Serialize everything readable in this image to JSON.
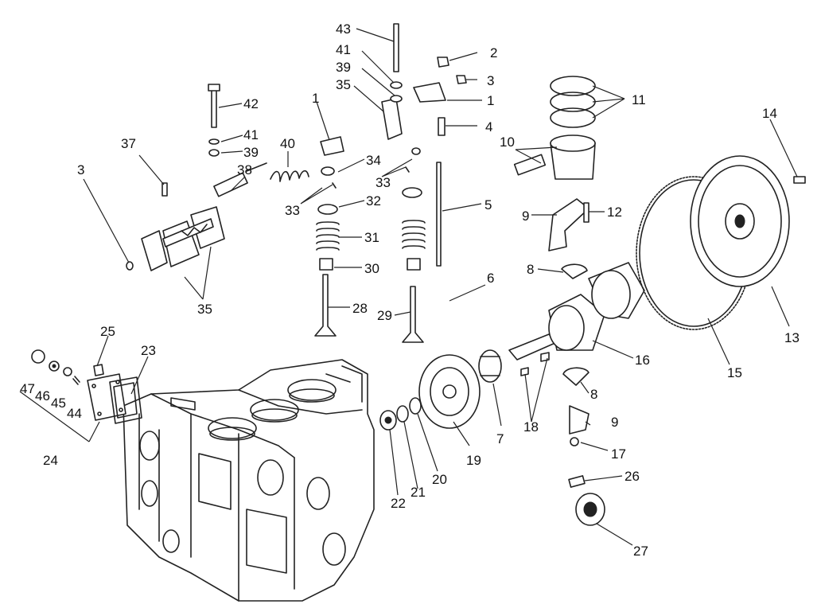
{
  "diagram": {
    "labels": [
      "43",
      "2",
      "41",
      "39",
      "35",
      "3",
      "1",
      "1",
      "4",
      "11",
      "14",
      "42",
      "41",
      "39",
      "37",
      "40",
      "38",
      "3",
      "1",
      "34",
      "33",
      "33",
      "32",
      "5",
      "10",
      "9",
      "12",
      "31",
      "30",
      "28",
      "29",
      "6",
      "8",
      "16",
      "15",
      "13",
      "35",
      "25",
      "23",
      "47",
      "46",
      "45",
      "44",
      "24",
      "8",
      "9",
      "17",
      "7",
      "18",
      "19",
      "20",
      "21",
      "22",
      "26",
      "27"
    ]
  },
  "colors": {
    "ink": "#222222",
    "background": "#ffffff"
  }
}
